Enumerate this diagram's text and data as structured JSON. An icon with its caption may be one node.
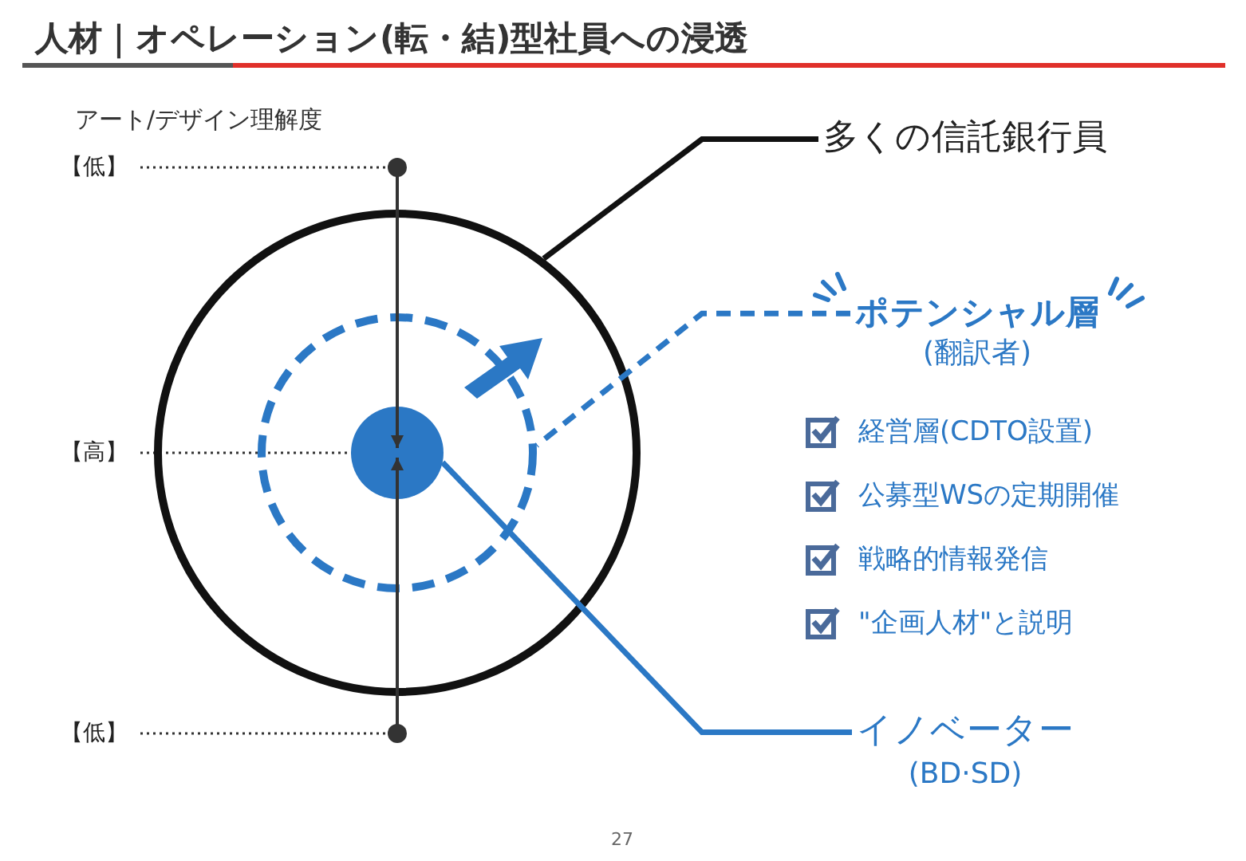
{
  "diagram": {
    "title": "人材｜オペレーション(転・結)型社員への浸透",
    "nodes": [
      {
        "text": [],
        "shape": "circle"
      },
      {
        "text": [],
        "shape": "circle",
        "in": 0
      },
      {
        "text": [],
        "shape": "circle",
        "in": 1
      },
      {
        "text": [
          "多くの信託銀行員"
        ]
      },
      {
        "text": [
          "ポテンシャル層",
          "(翻訳者)"
        ]
      },
      {
        "text": [
          "イノベーター",
          "(BD·SD)"
        ]
      }
    ],
    "edges": [
      {
        "from": 3,
        "to": 0,
        "arrow": "none",
        "color": "#111111"
      },
      {
        "from": 4,
        "to": 1,
        "arrow": "none",
        "style": "dashed",
        "color": "#2b78c5"
      },
      {
        "from": 5,
        "to": 2,
        "arrow": "none",
        "color": "#2b78c5"
      }
    ],
    "labels": [
      "アート/デザイン理解度",
      "【低】",
      "【高】",
      "経営層(CDTO設置)",
      "公募型WSの定期開催",
      "戦略的情報発信",
      "\"企画人材\"と説明",
      "【低】",
      "27"
    ]
  }
}
